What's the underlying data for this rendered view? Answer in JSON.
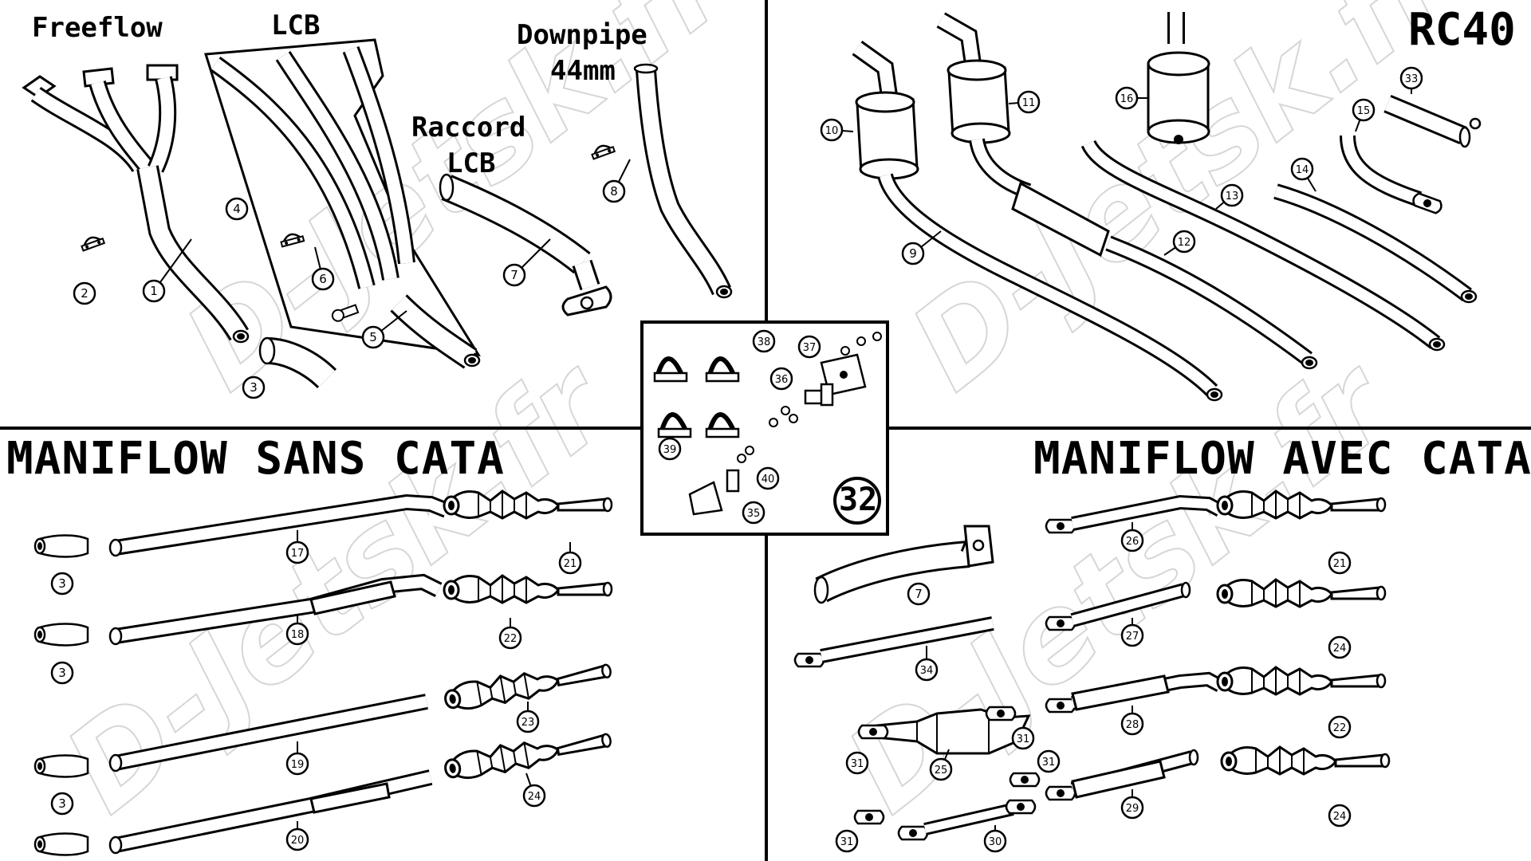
{
  "watermark": "D-Jetsk.fr",
  "titles": {
    "freeflow": "Freeflow",
    "lcb": "LCB",
    "downpipe_line1": "Downpipe",
    "downpipe_line2": "44mm",
    "raccord_line1": "Raccord",
    "raccord_line2": "LCB",
    "rc40": "RC40",
    "maniflow_sans": "MANIFLOW SANS CATA",
    "maniflow_avec": "MANIFLOW AVEC CATA"
  },
  "center_badge": "32",
  "callouts": [
    "1",
    "2",
    "3",
    "4",
    "5",
    "6",
    "7",
    "8",
    "9",
    "10",
    "11",
    "12",
    "13",
    "14",
    "15",
    "16",
    "17",
    "18",
    "19",
    "20",
    "21",
    "22",
    "23",
    "24",
    "25",
    "26",
    "27",
    "28",
    "29",
    "30",
    "31",
    "33",
    "34",
    "35",
    "36",
    "37",
    "38",
    "39",
    "40"
  ],
  "colors": {
    "line": "#000000",
    "watermark": "#d6d6d6",
    "background": "#ffffff"
  }
}
